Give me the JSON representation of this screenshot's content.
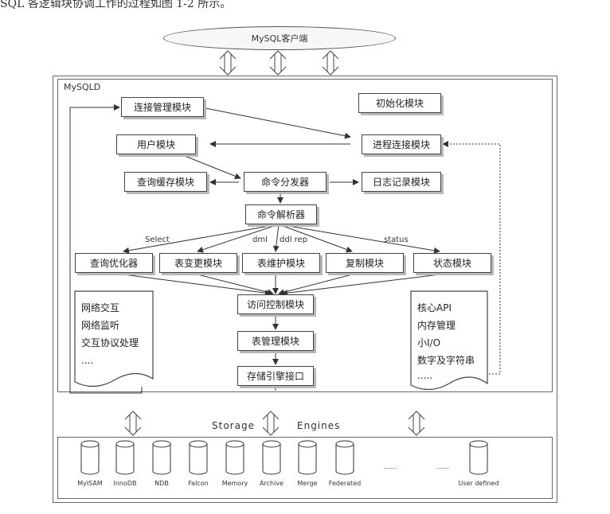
{
  "caption": "SQL 各逻辑块协调工作的过程如图 1-2 所示。",
  "client": "MySQL客户端",
  "mysqld_label": "MySQLD",
  "modules": {
    "conn_mgmt": "连接管理模块",
    "init": "初始化模块",
    "user": "用户模块",
    "proc_conn": "进程连接模块",
    "query_cache": "查询缓存模块",
    "dispatcher": "命令分发器",
    "log": "日志记录模块",
    "parser": "命令解析器",
    "optimizer": "查询优化器",
    "table_change": "表变更模块",
    "table_maint": "表维护模块",
    "replication": "复制模块",
    "status_mod": "状态模块",
    "access_ctrl": "访问控制模块",
    "table_mgmt": "表管理模块",
    "storage_if": "存储引擎接口"
  },
  "edge_labels": {
    "select": "Select",
    "dml": "dml",
    "ddl": "ddl rep",
    "status": "status"
  },
  "left_list": [
    "网络交互",
    "网络监听",
    "交互协议处理",
    "...."
  ],
  "right_list": [
    "核心API",
    "内存管理",
    "小I/O",
    "数字及字符串",
    "....."
  ],
  "storage_word": "Storage",
  "engines_word": "Engines",
  "engines": [
    "MyISAM",
    "InnoDB",
    "NDB",
    "Falcon",
    "Memory",
    "Archive",
    "Merge",
    "Federated",
    "......",
    "......",
    "User defined"
  ]
}
